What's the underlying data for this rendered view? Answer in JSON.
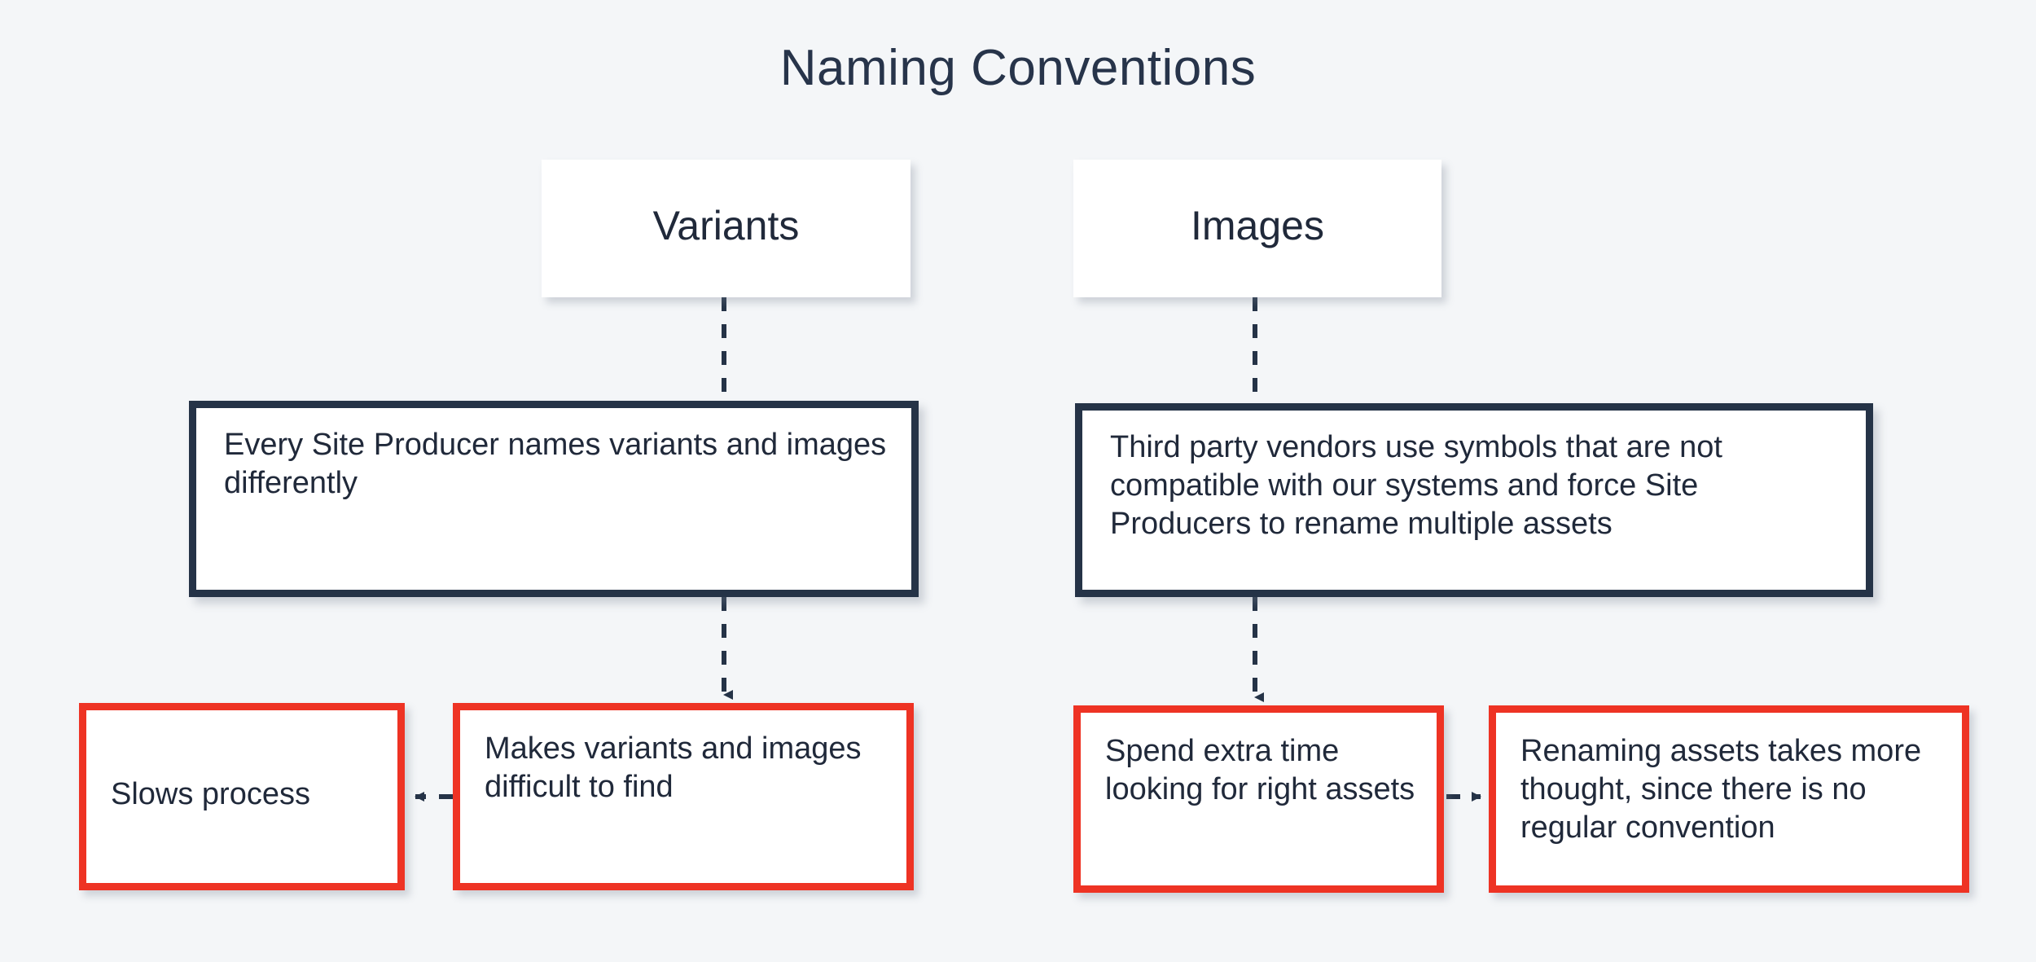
{
  "page": {
    "title": "Naming Conventions",
    "background_color": "#f4f6f8",
    "navy_color": "#253347",
    "red_color": "#ee3324",
    "text_color": "#20293a"
  },
  "diagram": {
    "type": "flowchart",
    "branches": [
      {
        "name": "variants",
        "heading": "Variants",
        "problem": "Every Site Producer names variants and images differently",
        "consequences": [
          "Slows process",
          "Makes variants and images difficult to find"
        ]
      },
      {
        "name": "images",
        "heading": "Images",
        "problem": "Third party vendors use symbols that are not compatible with our systems and force Site Producers to rename multiple assets",
        "consequences": [
          "Spend extra time looking for right assets",
          "Renaming assets takes more thought, since there is no regular convention"
        ]
      }
    ],
    "nodes": {
      "variants_heading": "Variants",
      "images_heading": "Images",
      "variants_problem": "Every Site Producer names variants and images differently",
      "images_problem": "Third party vendors use symbols that are not compatible with our systems and force Site Producers to rename multiple assets",
      "slows_process": "Slows process",
      "makes_difficult": "Makes variants and images difficult to find",
      "spend_extra_time": "Spend extra time looking for right assets",
      "renaming_assets": "Renaming assets takes more thought, since there is no regular convention"
    },
    "connectors": [
      {
        "name": "variants-heading-to-problem",
        "style": "dashed",
        "direction": "down",
        "arrowhead": false
      },
      {
        "name": "variants-problem-to-makes-difficult",
        "style": "dashed",
        "direction": "down",
        "arrowhead": true
      },
      {
        "name": "makes-difficult-to-slows-process",
        "style": "dashed",
        "direction": "left",
        "arrowhead": true
      },
      {
        "name": "images-heading-to-problem",
        "style": "dashed",
        "direction": "down",
        "arrowhead": false
      },
      {
        "name": "images-problem-to-spend-extra-time",
        "style": "dashed",
        "direction": "down",
        "arrowhead": true
      },
      {
        "name": "spend-extra-time-to-renaming-assets",
        "style": "dashed",
        "direction": "right",
        "arrowhead": true
      }
    ]
  }
}
